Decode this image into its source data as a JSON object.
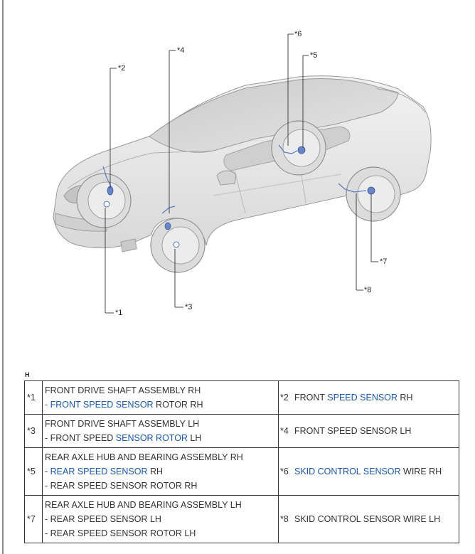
{
  "callouts": [
    "*1",
    "*2",
    "*3",
    "*4",
    "*5",
    "*6",
    "*7",
    "*8"
  ],
  "watermark": "H",
  "legend": [
    {
      "left_num": "*1",
      "left_lines": [
        [
          {
            "t": "FRONT DRIVE SHAFT ASSEMBLY RH",
            "hl": false
          }
        ],
        [
          {
            "t": "- ",
            "hl": true
          },
          {
            "t": "FRONT SPEED SENSOR",
            "hl": true
          },
          {
            "t": " ROTOR RH",
            "hl": false
          }
        ]
      ],
      "right_num": "*2",
      "right_parts": [
        {
          "t": "FRONT ",
          "hl": false
        },
        {
          "t": "SPEED SENSOR",
          "hl": true
        },
        {
          "t": " RH",
          "hl": false
        }
      ]
    },
    {
      "left_num": "*3",
      "left_lines": [
        [
          {
            "t": "FRONT DRIVE SHAFT ASSEMBLY LH",
            "hl": false
          }
        ],
        [
          {
            "t": "- FRONT SPEED ",
            "hl": false
          },
          {
            "t": "SENSOR ROTOR",
            "hl": true
          },
          {
            "t": " LH",
            "hl": false
          }
        ]
      ],
      "right_num": "*4",
      "right_parts": [
        {
          "t": "FRONT SPEED SENSOR LH",
          "hl": false
        }
      ]
    },
    {
      "left_num": "*5",
      "left_lines": [
        [
          {
            "t": "REAR AXLE HUB AND BEARING ASSEMBLY RH",
            "hl": false
          }
        ],
        [
          {
            "t": "- ",
            "hl": false
          },
          {
            "t": "REAR SPEED SENSOR",
            "hl": true
          },
          {
            "t": " RH",
            "hl": false
          }
        ],
        [
          {
            "t": "- REAR SPEED SENSOR ROTOR RH",
            "hl": false
          }
        ]
      ],
      "right_num": "*6",
      "right_parts": [
        {
          "t": "SKID CONTROL SENSOR",
          "hl": true
        },
        {
          "t": " WIRE RH",
          "hl": false
        }
      ]
    },
    {
      "left_num": "*7",
      "left_lines": [
        [
          {
            "t": "REAR AXLE HUB AND BEARING ASSEMBLY LH",
            "hl": false
          }
        ],
        [
          {
            "t": "- REAR SPEED SENSOR LH",
            "hl": false
          }
        ],
        [
          {
            "t": "- REAR SPEED SENSOR ROTOR LH",
            "hl": false
          }
        ]
      ],
      "right_num": "*8",
      "right_parts": [
        {
          "t": "SKID CONTROL SENSOR WIRE LH",
          "hl": false
        }
      ]
    }
  ],
  "colors": {
    "highlight": "#1a57a8",
    "text": "#333333",
    "border": "#333333"
  }
}
